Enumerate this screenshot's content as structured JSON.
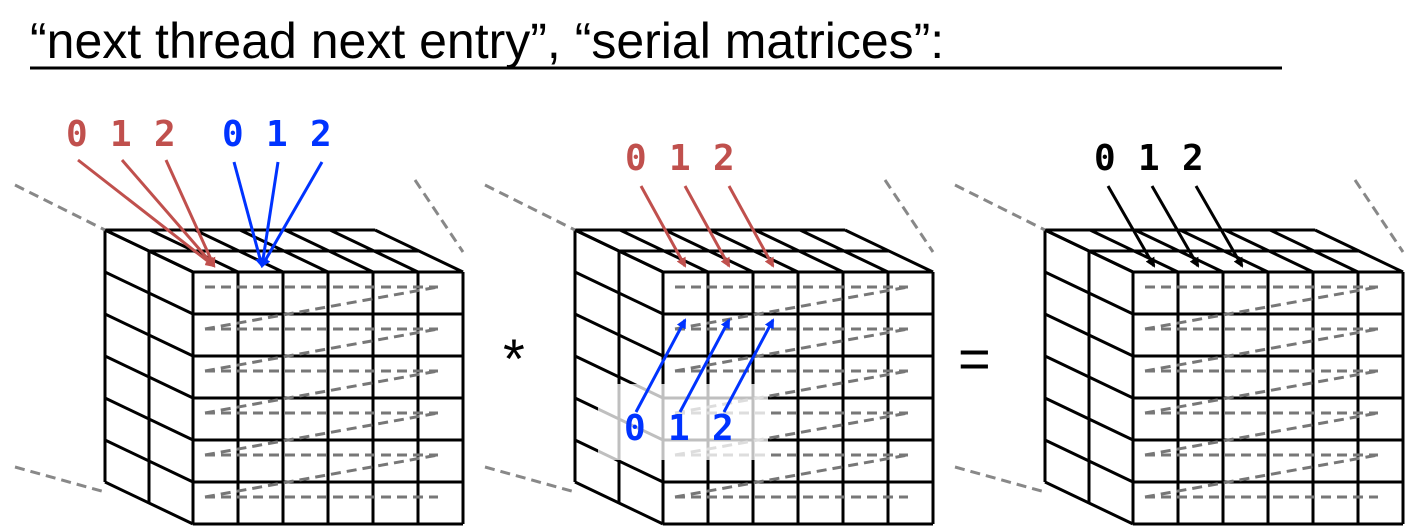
{
  "title": "“next thread next entry”, “serial matrices”:",
  "operators": {
    "multiply": "*",
    "equals": "="
  },
  "colors": {
    "red": "#c0504d",
    "blue": "#0033ff",
    "black": "#000000",
    "dash": "#777777"
  },
  "cubes": [
    {
      "name": "left-cube",
      "index_groups": [
        {
          "name": "red-indices",
          "color": "red",
          "labels": [
            "0",
            "1",
            "2"
          ]
        },
        {
          "name": "blue-indices",
          "color": "blue",
          "labels": [
            "0",
            "1",
            "2"
          ]
        }
      ]
    },
    {
      "name": "middle-cube",
      "index_groups": [
        {
          "name": "red-indices",
          "color": "red",
          "labels": [
            "0",
            "1",
            "2"
          ]
        },
        {
          "name": "blue-indices",
          "color": "blue",
          "labels": [
            "0",
            "1",
            "2"
          ]
        }
      ]
    },
    {
      "name": "right-cube",
      "index_groups": [
        {
          "name": "black-indices",
          "color": "black",
          "labels": [
            "0",
            "1",
            "2"
          ]
        }
      ]
    }
  ]
}
